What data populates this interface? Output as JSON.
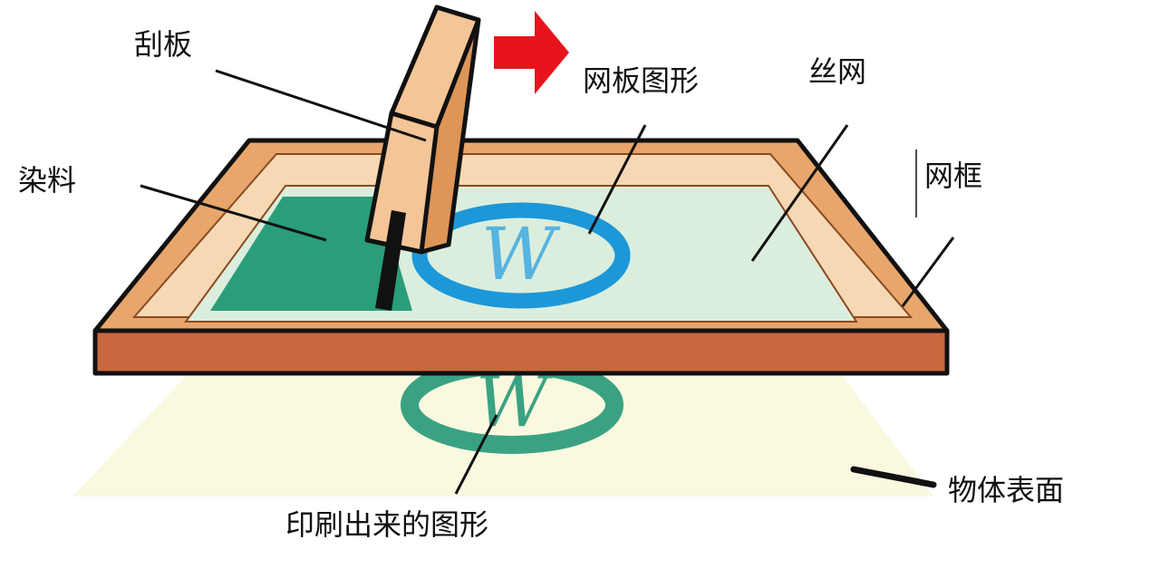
{
  "labels": {
    "squeegee": "刮板",
    "stencil_pattern": "网板图形",
    "screen_mesh": "丝网",
    "dye": "染料",
    "screen_frame": "网框",
    "object_surface": "物体表面",
    "printed_pattern": "印刷出来的图形"
  },
  "pattern": {
    "letter": "W"
  },
  "colors": {
    "frame_top": "#e8a66c",
    "frame_inner": "#f6d9b4",
    "frame_front": "#c8683e",
    "mesh": "#dbeedd",
    "dye": "#2a9e7a",
    "stencil_ring": "#1c97d8",
    "stencil_letter": "#56b4e0",
    "printed": "#3aa282",
    "surface": "#fbf8e0",
    "squeegee": "#f4c596",
    "squeegee_side": "#dd9558",
    "arrow": "#e8141c",
    "outline": "#111111"
  }
}
